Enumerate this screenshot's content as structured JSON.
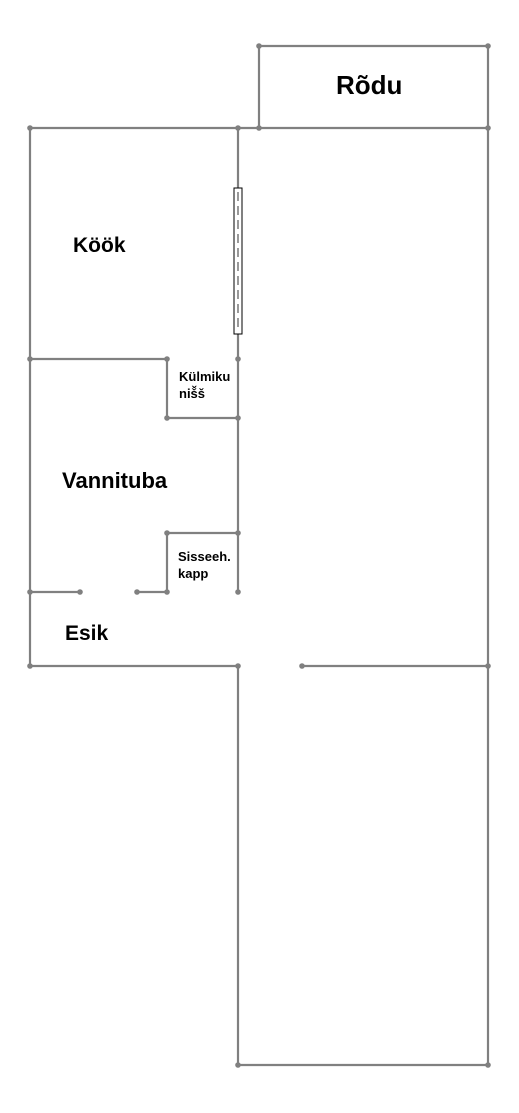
{
  "plan": {
    "rooms": {
      "balcony": "Rõdu",
      "kitchen": "Köök",
      "fridge_niche_line1": "Külmiku",
      "fridge_niche_line2": "niš̌š",
      "bathroom": "Vannituba",
      "closet_line1": "Sisseeh.",
      "closet_line2": "kapp",
      "hall": "Esik"
    },
    "colors": {
      "wall": "#808080",
      "label": "#000000",
      "background": "#ffffff"
    }
  }
}
